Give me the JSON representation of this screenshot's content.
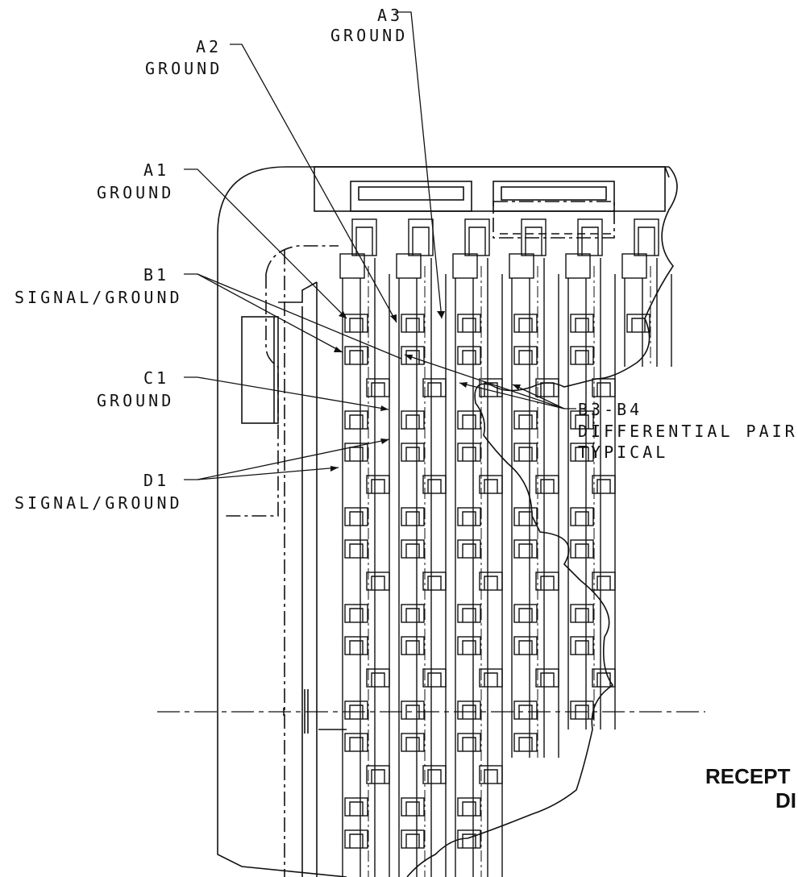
{
  "labels": {
    "a1": {
      "id": "A1",
      "role": "GROUND"
    },
    "a2": {
      "id": "A2",
      "role": "GROUND"
    },
    "a3": {
      "id": "A3",
      "role": "GROUND"
    },
    "b1": {
      "id": "B1",
      "role": "SIGNAL/GROUND"
    },
    "c1": {
      "id": "C1",
      "role": "GROUND"
    },
    "d1": {
      "id": "D1",
      "role": "SIGNAL/GROUND"
    },
    "b3b4": {
      "id": "B3-B4",
      "line2": "DIFFERENTIAL PAIR",
      "line3": "TYPICAL"
    }
  },
  "title": {
    "line1": "RECEPT",
    "line2": "DI"
  },
  "colors": {
    "ink": "#111111",
    "paper": "#ffffff"
  }
}
